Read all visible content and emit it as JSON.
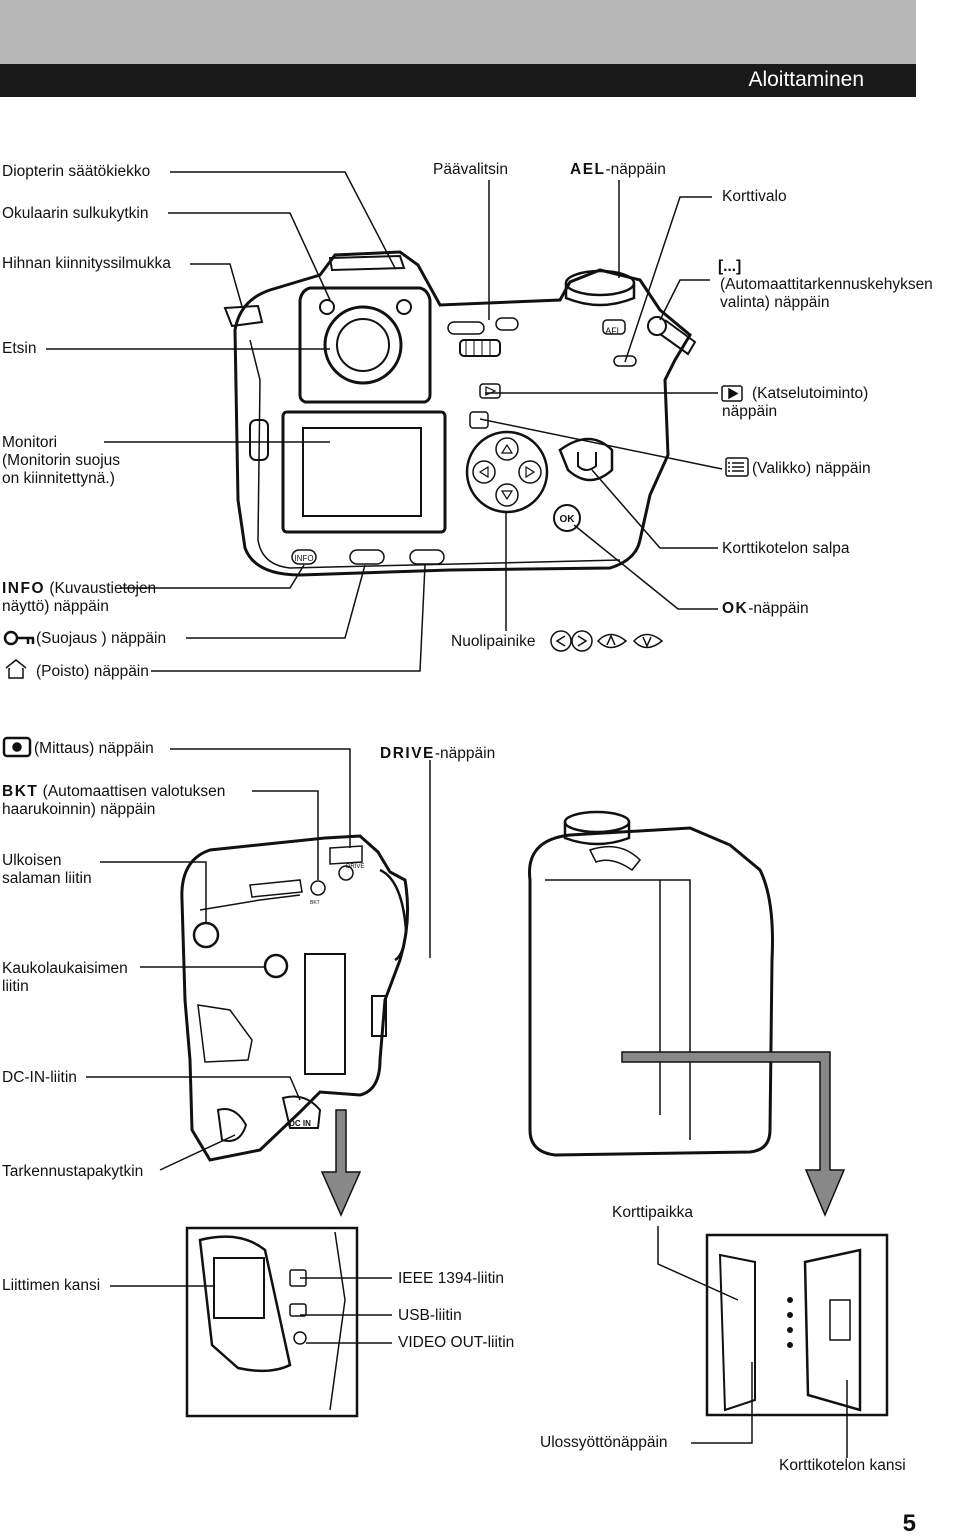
{
  "header": {
    "section_title": "Aloittaminen"
  },
  "top_view": {
    "diopter": "Diopterin säätökiekko",
    "eyepiece_shutter": "Okulaarin sulkukytkin",
    "strap_eyelet": "Hihnan kiinnityssilmukka",
    "viewfinder": "Etsin",
    "monitor_1": "Monitori",
    "monitor_2": "(Monitorin suojus",
    "monitor_3": "on kiinnitettynä.)",
    "info_prefix": "INFO",
    "info_1": " (Kuvaustietojen",
    "info_2": "näyttö) näppäin",
    "protect": "(Suojaus ) näppäin",
    "erase": "(Poisto) näppäin",
    "main_dial": "Päävalitsin",
    "ael_prefix": "AEL",
    "ael_suffix": "-näppäin",
    "card_lamp": "Korttivalo",
    "af_frame_0": "[...]",
    "af_frame_1": "(Automaattitarkennuskehyksen",
    "af_frame_2": "valinta) näppäin",
    "playback_1": "(Katselutoiminto)",
    "playback_2": "näppäin",
    "menu": "(Valikko) näppäin",
    "card_lock": "Korttikotelon salpa",
    "ok_prefix": "OK",
    "ok_suffix": "-näppäin",
    "arrow_pad": "Nuolipainike"
  },
  "side_view": {
    "metering": "(Mittaus) näppäin",
    "drive_prefix": "DRIVE",
    "drive_suffix": "-näppäin",
    "bkt_prefix": "BKT",
    "bkt_1": " (Automaattisen valotuksen",
    "bkt_2": "haarukoinnin) näppäin",
    "flash_1": "Ulkoisen",
    "flash_2": "salaman liitin",
    "remote_1": "Kaukolaukaisimen",
    "remote_2": "liitin",
    "dcin": "DC-IN-liitin",
    "focus_mode": "Tarkennustapakytkin"
  },
  "bottom_view": {
    "card_slot": "Korttipaikka",
    "connector_cover": "Liittimen kansi",
    "ieee": "IEEE 1394-liitin",
    "usb": "USB-liitin",
    "video": "VIDEO OUT-liitin",
    "eject": "Ulossyöttönäppäin",
    "card_cover": "Korttikotelon kansi"
  },
  "camera_marks": {
    "info": "INFO",
    "ok": "OK",
    "afl": "AFl",
    "dcin": "DC IN",
    "drive": "DRIVE",
    "bkt": "BKT"
  },
  "page_number": "5"
}
